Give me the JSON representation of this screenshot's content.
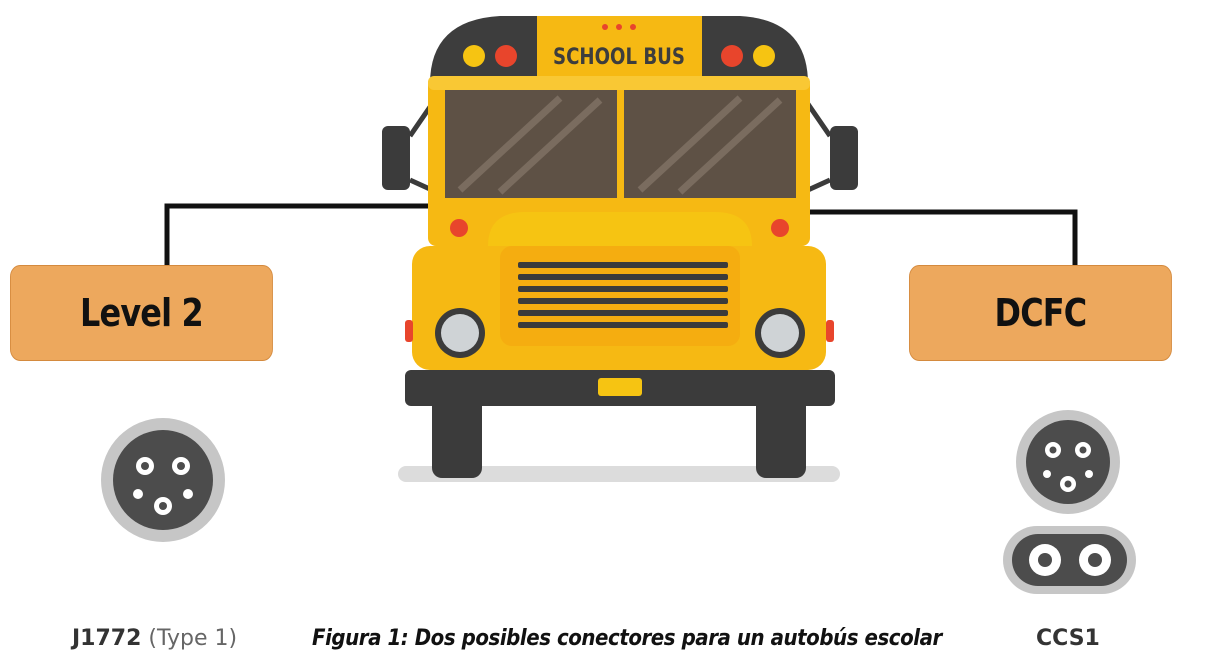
{
  "bus_sign": "SCHOOL BUS",
  "left_box": {
    "label": "Level 2"
  },
  "right_box": {
    "label": "DCFC"
  },
  "left_connector": {
    "name": "J1772",
    "type": "(Type 1)",
    "icon": "j1772-connector-icon"
  },
  "right_connector": {
    "name": "CCS1",
    "icon": "ccs1-connector-icon"
  },
  "caption": "Figura 1: Dos posibles conectores para un autobús escolar",
  "colors": {
    "bus_yellow": "#f6b913",
    "box_orange": "#eda85d",
    "dark": "#3d3d3d"
  }
}
